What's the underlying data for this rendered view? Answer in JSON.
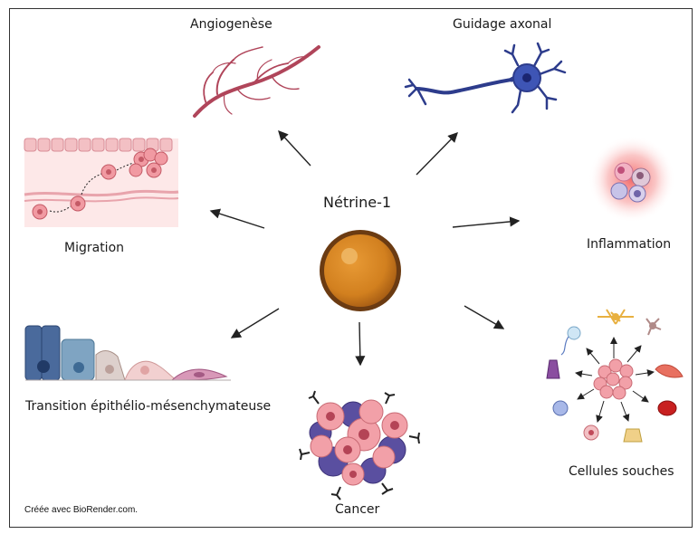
{
  "center": {
    "label": "Nétrine-1"
  },
  "outcomes": {
    "angiogenesis": "Angiogenèse",
    "axon_guidance": "Guidage axonal",
    "inflammation": "Inflammation",
    "migration": "Migration",
    "emt": "Transition épithélio-mésenchymateuse",
    "cancer": "Cancer",
    "stem_cells": "Cellules souches"
  },
  "credit": "Créée avec BioRender.com.",
  "colors": {
    "center_cell": "#d98a2b",
    "vessel": "#b0455a",
    "neuron": "#2d3c8c",
    "inflammation_glow": "#f07070",
    "cancer_pink": "#f2a0a8",
    "cancer_purple": "#5a4fa0"
  }
}
